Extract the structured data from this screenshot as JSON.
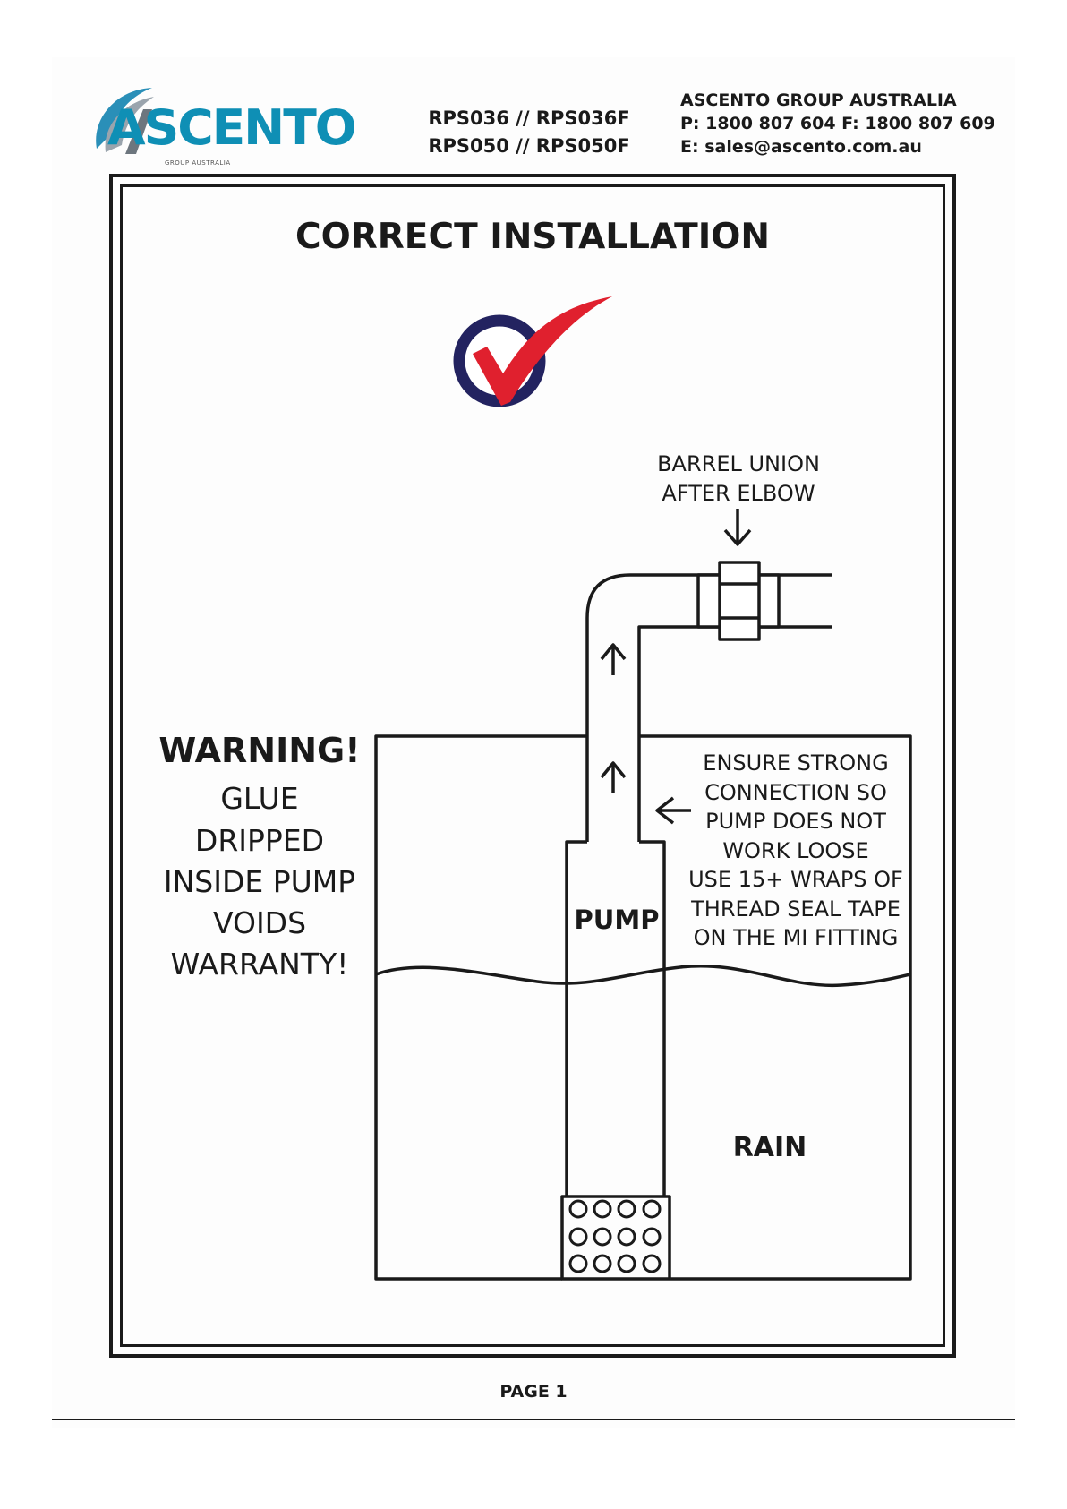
{
  "header": {
    "logo_text": "ASCENTO",
    "logo_subtext": "GROUP AUSTRALIA",
    "models": [
      "RPS036 // RPS036F",
      "RPS050 // RPS050F"
    ],
    "company": "ASCENTO GROUP AUSTRALIA",
    "phone_fax": "P: 1800 807 604   F: 1800 807 609",
    "email": "E: sales@ascento.com.au"
  },
  "title": "CORRECT  INSTALLATION",
  "labels": {
    "barrel_union": [
      "BARREL UNION",
      "AFTER ELBOW"
    ],
    "warning_title": "WARNING!",
    "warning_lines": [
      "GLUE",
      "DRIPPED",
      "INSIDE PUMP",
      "VOIDS",
      "WARRANTY!"
    ],
    "ensure_lines": [
      "ENSURE STRONG",
      "CONNECTION SO",
      "PUMP DOES NOT",
      "WORK LOOSE",
      "USE 15+ WRAPS OF",
      "THREAD SEAL TAPE",
      "ON THE MI FITTING"
    ],
    "pump": "PUMP",
    "rain": "RAIN"
  },
  "icons": {
    "check": "check-badge-icon"
  },
  "colors": {
    "check_red": "#e0202e",
    "circle_navy": "#232360",
    "logo_blue": "#0f8fb5"
  },
  "footer": {
    "page": "PAGE 1"
  }
}
